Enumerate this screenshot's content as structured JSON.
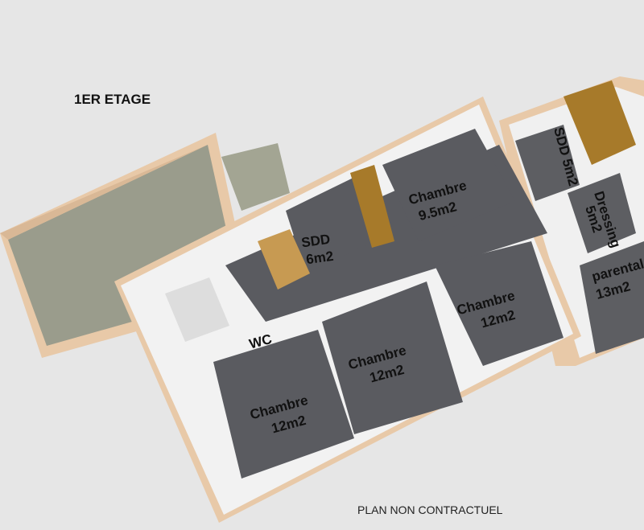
{
  "title": "1ER ETAGE",
  "footer": "PLAN NON CONTRACTUEL",
  "rooms": {
    "sdd1": {
      "name": "SDD",
      "area": "6m2"
    },
    "chambre_small": {
      "name": "Chambre",
      "area": "9.5m2"
    },
    "sdd2": {
      "name": "SDD 5m2"
    },
    "dressing": {
      "name": "Dressing",
      "area": "5m2"
    },
    "parentale": {
      "name": "parentale",
      "area": "13m2"
    },
    "chambre_right": {
      "name": "Chambre",
      "area": "12m2"
    },
    "chambre_mid": {
      "name": "Chambre",
      "area": "12m2"
    },
    "chambre_left": {
      "name": "Chambre",
      "area": "12m2"
    },
    "wc": {
      "name": "WC"
    }
  },
  "colors": {
    "background": "#e6e6e6",
    "floor": "#5a5b60",
    "walls": "#f2f2f2",
    "roof": "#9a9c8c",
    "wood": "#e8c9a8"
  }
}
